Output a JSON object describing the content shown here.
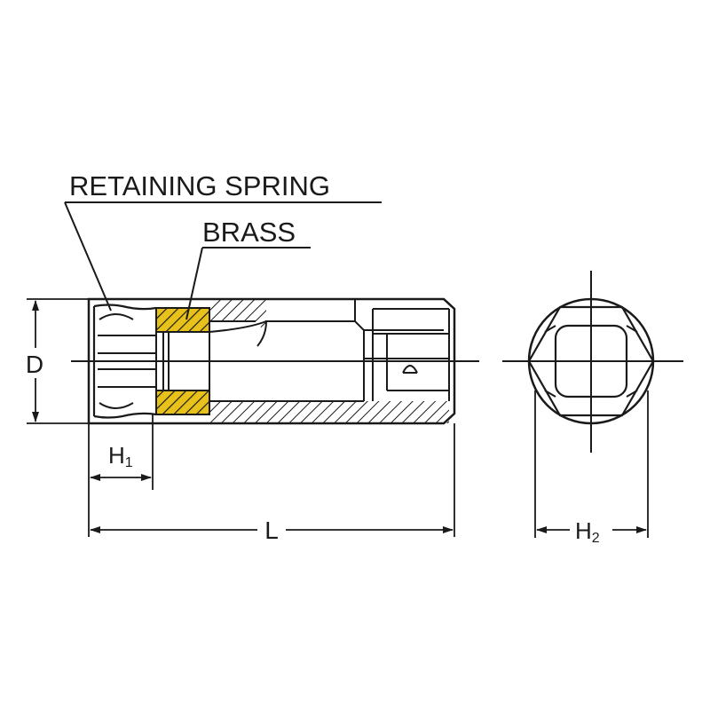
{
  "labels": {
    "retaining_spring": "RETAINING SPRING",
    "brass": "BRASS",
    "dim_d": "D",
    "dim_h1_main": "H",
    "dim_h1_sub": "1",
    "dim_l": "L",
    "dim_h2_main": "H",
    "dim_h2_sub": "2"
  },
  "colors": {
    "line": "#1a1a1a",
    "brass": "#e8c21a",
    "background": "#ffffff"
  }
}
